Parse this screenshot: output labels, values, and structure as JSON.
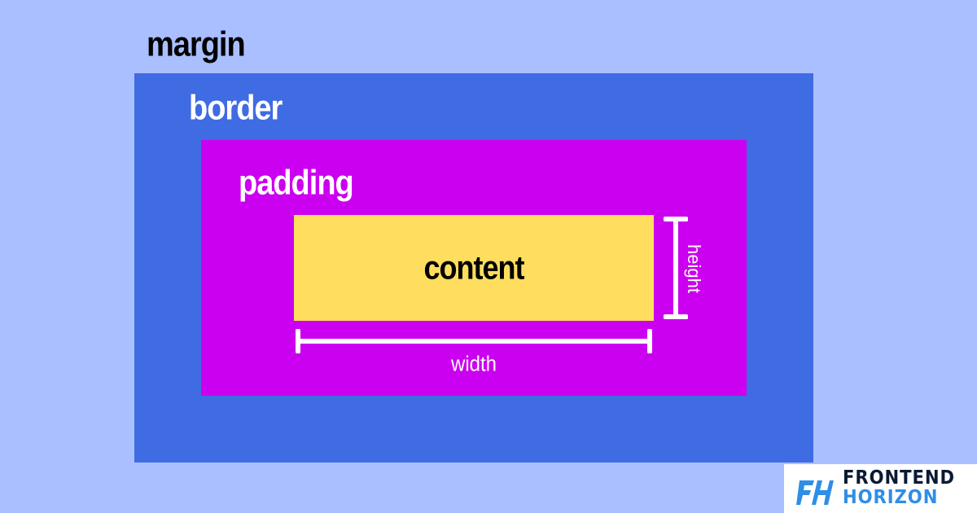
{
  "diagram": {
    "layers": {
      "margin": {
        "label": "margin",
        "color": "#aabfff"
      },
      "border": {
        "label": "border",
        "color": "#3f6be3"
      },
      "padding": {
        "label": "padding",
        "color": "#cc00f0"
      },
      "content": {
        "label": "content",
        "color": "#ffdd5e"
      }
    },
    "dimensions": {
      "width": "width",
      "height": "height"
    }
  },
  "brand": {
    "line1": "FRONTEND",
    "line2": "HORIZON",
    "icons": [
      "fh-monogram-icon"
    ],
    "colors": {
      "dark": "#0b1a33",
      "accent": "#2f8ee6"
    }
  }
}
